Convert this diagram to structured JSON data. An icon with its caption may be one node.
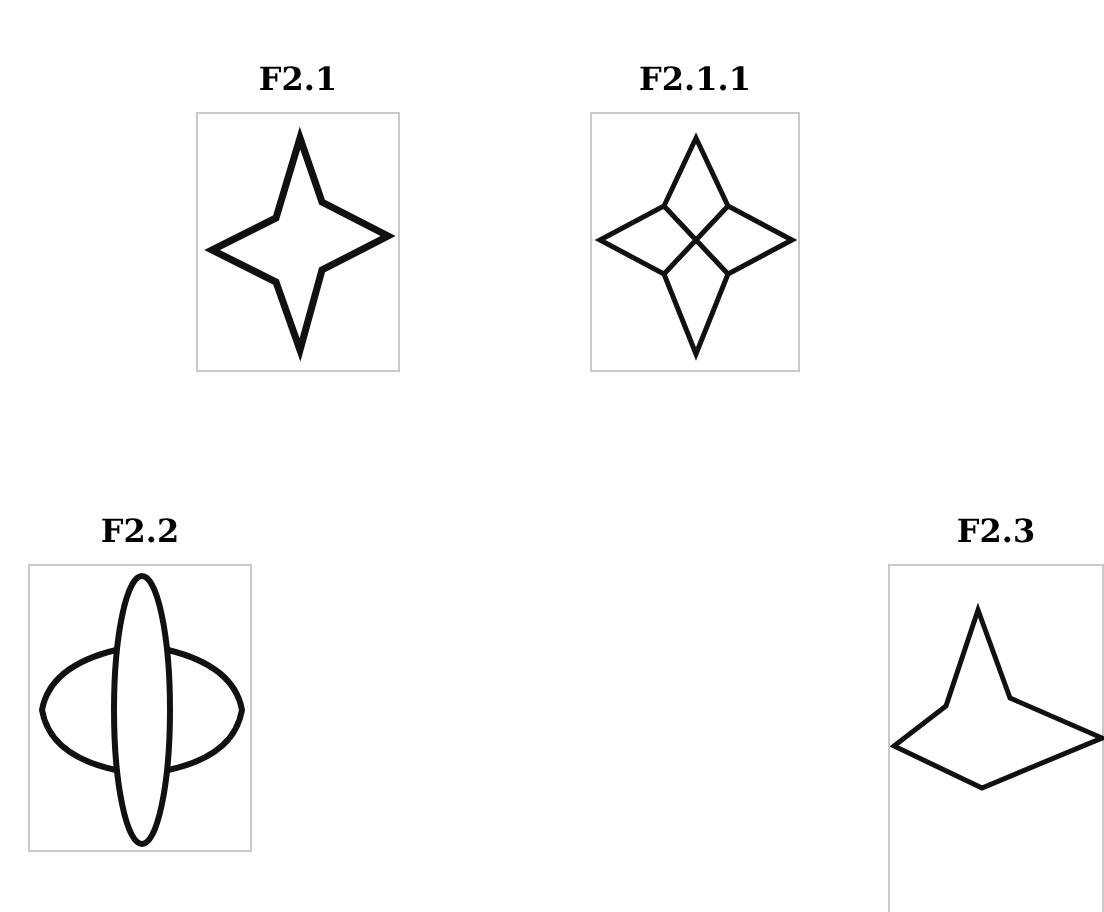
{
  "diagram": {
    "nodes": [
      {
        "text": [
          "F2.1"
        ]
      },
      {
        "text": [
          "F2.1.1"
        ]
      },
      {
        "text": [
          "F2.2"
        ]
      },
      {
        "text": [
          "F2.3"
        ]
      }
    ]
  }
}
